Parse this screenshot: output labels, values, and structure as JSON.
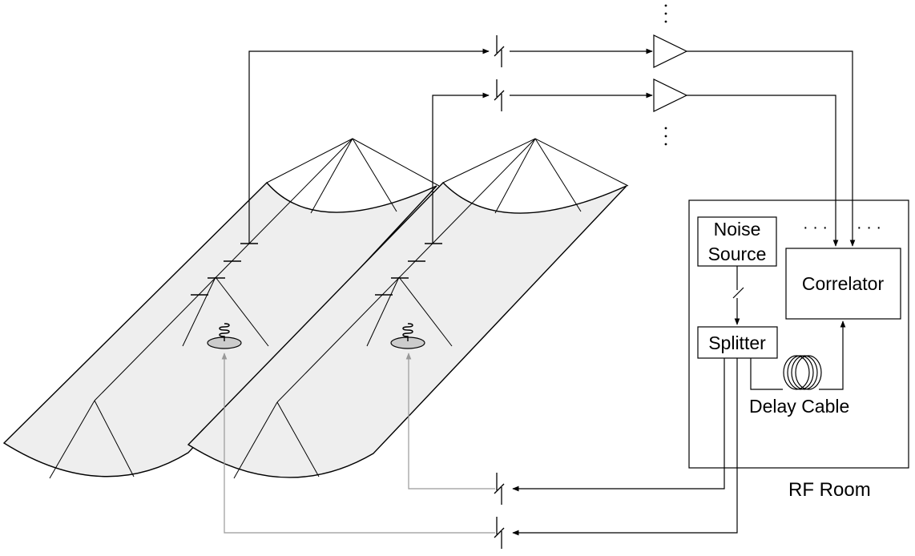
{
  "labels": {
    "noise_source_line1": "Noise",
    "noise_source_line2": "Source",
    "correlator": "Correlator",
    "splitter": "Splitter",
    "delay_cable": "Delay Cable",
    "rf_room": "RF Room",
    "correlator_input_ellipsis_1": "· · ·",
    "correlator_input_ellipsis_2": "· · ·"
  },
  "colors": {
    "line": "#000000",
    "trough_fill": "#eeeeee",
    "noise_return_line": "#999999",
    "antenna_dish": "#cccccc"
  }
}
